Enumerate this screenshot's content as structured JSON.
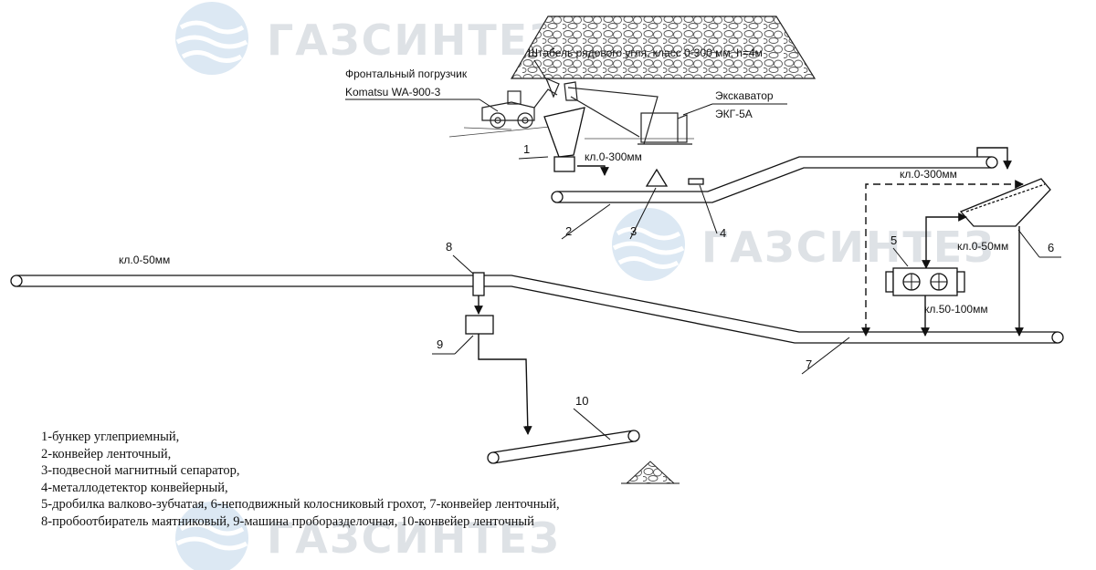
{
  "watermark": "ГАЗСИНТЕЗ",
  "labels": {
    "stockpile": "Штабель рядового угля, класс 0-300 мм, h=4м",
    "loader_line1": "Фронтальный погрузчик",
    "loader_line2": "Komatsu WA-900-3",
    "excavator_line1": "Экскаватор",
    "excavator_line2": "ЭКГ-5А",
    "size_hopper_out": "кл.0-300мм",
    "size_screen_in": "кл.0-300мм",
    "size_product": "кл.0-50мм",
    "size_screen_under": "кл.0-50мм",
    "size_crusher_out": "кл.50-100мм"
  },
  "numbers": [
    "1",
    "2",
    "3",
    "4",
    "5",
    "6",
    "7",
    "8",
    "9",
    "10"
  ],
  "legend": [
    "1-бункер углеприемный,",
    "2-конвейер ленточный,",
    "3-подвесной магнитный сепаратор,",
    "4-металлодетектор конвейерный,",
    "5-дробилка валково-зубчатая, 6-неподвижный колосниковый грохот, 7-конвейер ленточный,",
    "8-пробоотбиратель маятниковый, 9-машина проборазделочная, 10-конвейер ленточный"
  ]
}
